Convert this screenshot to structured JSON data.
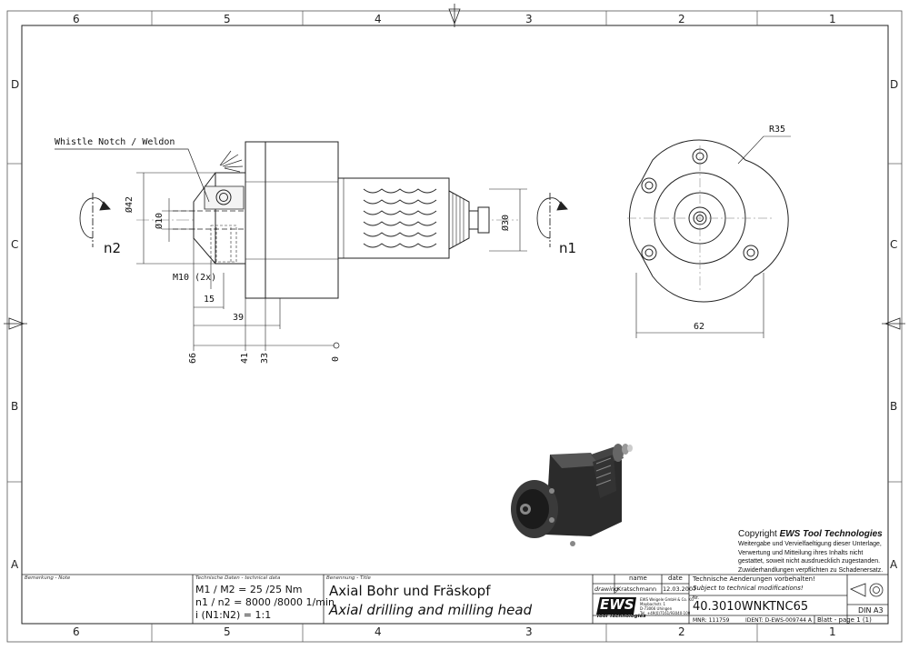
{
  "frame": {
    "columns_top": [
      "6",
      "5",
      "4",
      "3",
      "2",
      "1"
    ],
    "columns_bottom": [
      "6",
      "5",
      "4",
      "3",
      "2",
      "1"
    ],
    "rows_left": [
      "D",
      "C",
      "B",
      "A"
    ],
    "rows_right": [
      "D",
      "C",
      "B",
      "A"
    ]
  },
  "drawing": {
    "callout_notch": "Whistle Notch / Weldon",
    "label_n2": "n2",
    "label_n1": "n1",
    "dim_d42": "Ø42",
    "dim_d10": "Ø10",
    "dim_d30": "Ø30",
    "dim_m10": "M10 (2x)",
    "dim_15": "15",
    "dim_39": "39",
    "dim_66": "66",
    "dim_41": "41",
    "dim_33": "33",
    "dim_0": "0",
    "dim_r35": "R35",
    "dim_62": "62"
  },
  "copyright": {
    "line1_prefix": "Copyright ",
    "line1_brand": "EWS Tool Technologies",
    "line2": "Weitergabe und Vervielfaeltigung dieser Unterlage,",
    "line3": "Verwertung und Mitteilung ihres Inhalts nicht",
    "line4": "gestattet, soweit nicht ausdruecklich zugestanden.",
    "line5": "Zuwiderhandlungen verpflichten zu Schadenersatz."
  },
  "title_block": {
    "note_label": "Bemerkung - Note",
    "tech_label": "Technische Daten - technical data",
    "tech_line1": "M1 / M2 = 25 /25  Nm",
    "tech_line2": "n1 / n2 = 8000 /8000  1/min",
    "tech_line3": "i  (N1:N2) = 1:1",
    "title_label": "Benennung - Title",
    "title_de": "Axial Bohr und Fräskopf",
    "title_en": "Axial drilling and milling head",
    "col_name": "name",
    "col_date": "date",
    "row_drawing": "drawing",
    "drawing_name": "Kratschmann",
    "drawing_date": "12.03.2007",
    "logo_text": "EWS",
    "logo_sub": "Tool Technologies",
    "company_name": "EWS Weigele GmbH & Co. KG",
    "company_street": "Maybachstr. 1",
    "company_city": "D-73066 Uhingen",
    "company_phone": "Tel. +49(0)7161/93040-100",
    "change_de": "Technische Aenderungen vorbehalten!",
    "change_en": "Subject to technical modifications!",
    "nr_label": "Nr.",
    "part_number": "40.3010WNKTNC65",
    "mnr": "MNR: 111759",
    "ident": "IDENT: D-EWS-009744 A",
    "sheet": "Blatt - page  1 (1)",
    "format": "DIN A3"
  }
}
